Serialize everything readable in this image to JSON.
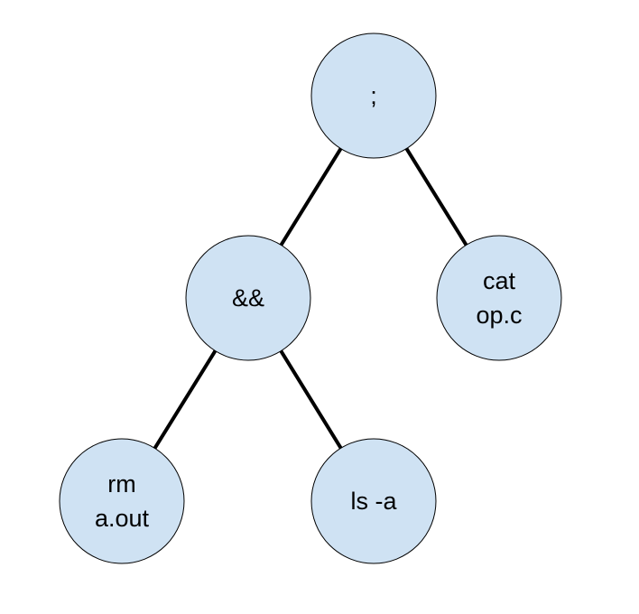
{
  "diagram": {
    "type": "tree",
    "node_fill": "#cfe2f3",
    "node_stroke": "#000000",
    "edge_color": "#000000",
    "nodes": [
      {
        "id": "semicolon",
        "lines": [
          ";"
        ]
      },
      {
        "id": "and-and",
        "lines": [
          "&&"
        ]
      },
      {
        "id": "cat-op-c",
        "lines": [
          "cat",
          "op.c"
        ]
      },
      {
        "id": "rm-a-out",
        "lines": [
          "rm",
          "a.out"
        ]
      },
      {
        "id": "ls-a",
        "lines": [
          "ls -a"
        ]
      }
    ],
    "edges": [
      {
        "from": "semicolon",
        "to": "and-and"
      },
      {
        "from": "semicolon",
        "to": "cat-op-c"
      },
      {
        "from": "and-and",
        "to": "rm-a-out"
      },
      {
        "from": "and-and",
        "to": "ls-a"
      }
    ]
  }
}
